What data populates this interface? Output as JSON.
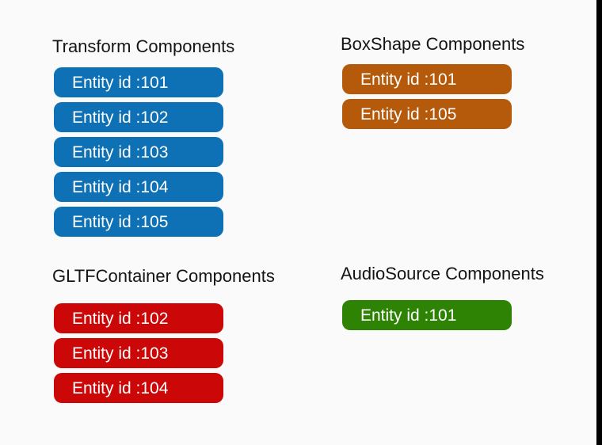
{
  "canvas": {
    "background": "#fafafa",
    "edge_bar_color": "#000000",
    "title_text_color": "#141414",
    "pill_text_color": "#ffffff"
  },
  "sections": [
    {
      "title": "Transform Components",
      "pill_color": "#0e70b5",
      "entities": [
        "Entity id :101",
        "Entity id :102",
        "Entity id :103",
        "Entity id :104",
        "Entity id :105"
      ]
    },
    {
      "title": "BoxShape Components",
      "pill_color": "#b55a0a",
      "entities": [
        "Entity id :101",
        "Entity id :105"
      ]
    },
    {
      "title": "GLTFContainer Components",
      "pill_color": "#cc0707",
      "entities": [
        "Entity id :102",
        "Entity id :103",
        "Entity id :104"
      ]
    },
    {
      "title": "AudioSource Components",
      "pill_color": "#2e8305",
      "entities": [
        "Entity id :101"
      ]
    }
  ]
}
